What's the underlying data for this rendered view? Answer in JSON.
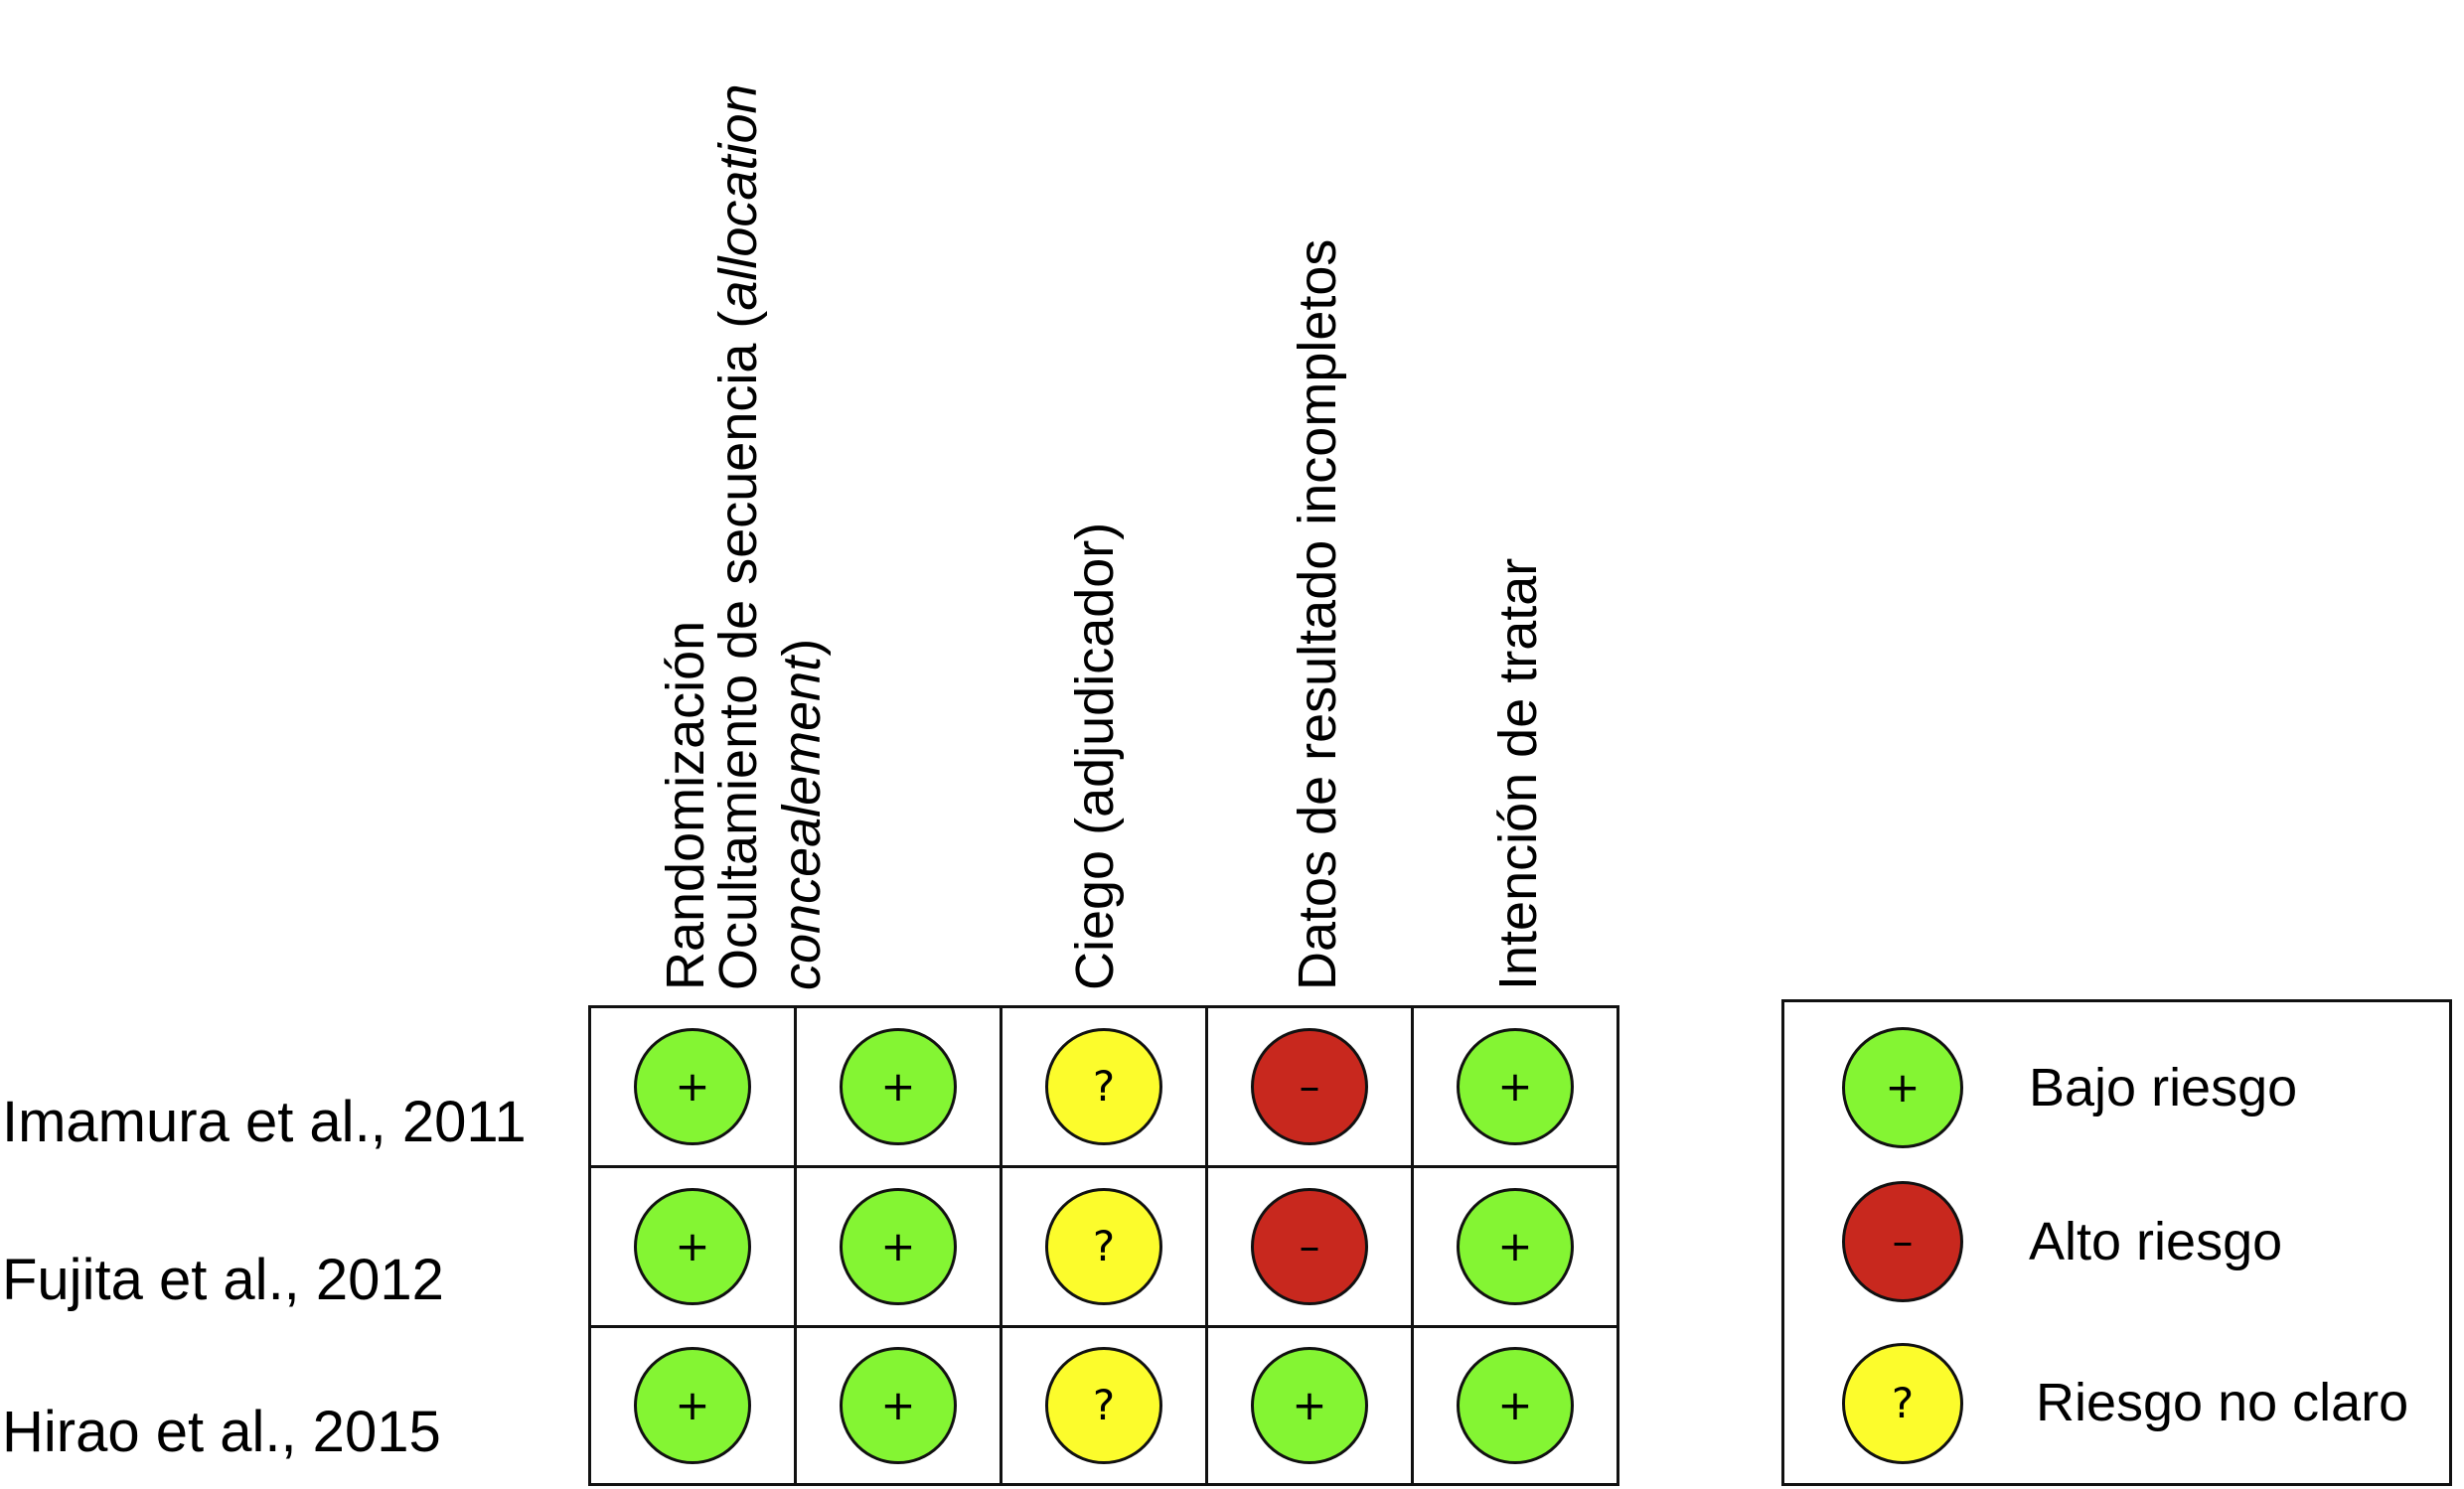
{
  "columns": [
    {
      "id": "rand",
      "lines": [
        {
          "text": "Randomización"
        }
      ]
    },
    {
      "id": "conceal",
      "lines": [
        {
          "parts": [
            {
              "text": "Ocultamiento de secuencia ("
            },
            {
              "text": "allocation",
              "italic": true
            }
          ]
        },
        {
          "parts": [
            {
              "text": "concealement",
              "italic": true
            },
            {
              "text": ")"
            }
          ]
        }
      ]
    },
    {
      "id": "blind",
      "lines": [
        {
          "text": "Ciego (adjudicador)"
        }
      ]
    },
    {
      "id": "incomplete",
      "lines": [
        {
          "text": "Datos de resultado incompletos"
        }
      ]
    },
    {
      "id": "itt",
      "lines": [
        {
          "text": "Intención de tratar"
        }
      ]
    }
  ],
  "risk_levels": {
    "low": {
      "symbol": "+",
      "color": "#84f533",
      "label": "Bajo riesgo"
    },
    "high": {
      "symbol": "–",
      "color": "#c8281e",
      "label": "Alto riesgo"
    },
    "unclear": {
      "symbol": "?",
      "color": "#fcfc2c",
      "label": "Riesgo no claro"
    }
  },
  "studies": [
    {
      "name": "Imamura et al., 2011",
      "ratings": [
        "low",
        "low",
        "unclear",
        "high",
        "low"
      ]
    },
    {
      "name": "Fujita et al., 2012",
      "ratings": [
        "low",
        "low",
        "unclear",
        "high",
        "low"
      ]
    },
    {
      "name": "Hirao et al., 2015",
      "ratings": [
        "low",
        "low",
        "unclear",
        "low",
        "low"
      ]
    }
  ],
  "legend": [
    "low",
    "high",
    "unclear"
  ]
}
